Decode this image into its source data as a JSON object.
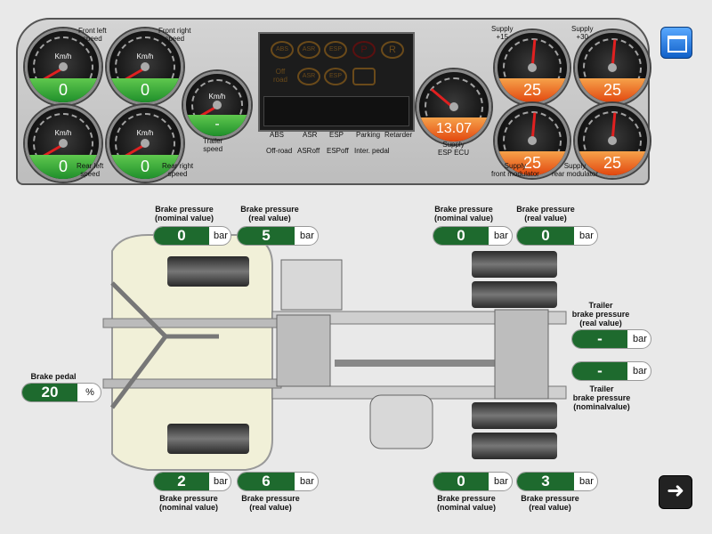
{
  "gauges": {
    "front_left": {
      "label": "Front left\nspeed",
      "unit": "Km/h",
      "value": "0"
    },
    "front_right": {
      "label": "Front right\nspeed",
      "unit": "Km/h",
      "value": "0"
    },
    "rear_left": {
      "label": "Rear left\nspeed",
      "unit": "Km/h",
      "value": "0"
    },
    "rear_right": {
      "label": "Rear right\nspeed",
      "unit": "Km/h",
      "value": "0"
    },
    "trailer": {
      "label": "Trailer\nspeed",
      "unit": "Km/h",
      "value": "-"
    },
    "esp_ecu": {
      "label": "Supply\nESP ECU",
      "value": "13.07"
    },
    "supply15": {
      "label": "Supply\n+15",
      "value": "25"
    },
    "supply30": {
      "label": "Supply\n+30",
      "value": "25"
    },
    "front_mod": {
      "label": "Supply\nfront modulator",
      "value": "25"
    },
    "rear_mod": {
      "label": "Supply\nrear modulator",
      "value": "25"
    }
  },
  "warning_icons": [
    "ABS",
    "ASR",
    "ESP",
    "P",
    "R",
    "Off road",
    "ASR",
    "ESP"
  ],
  "warning_labels": {
    "row1": [
      "ABS",
      "ASR",
      "ESP",
      "Parking",
      "Retarder"
    ],
    "row2": [
      "Off-road",
      "ASRoff",
      "ESPoff",
      "Inter. pedal"
    ]
  },
  "brake": {
    "front_left_nominal": {
      "label": "Brake pressure\n(nominal value)",
      "value": "0",
      "unit": "bar"
    },
    "front_left_real": {
      "label": "Brake pressure\n(real value)",
      "value": "5",
      "unit": "bar"
    },
    "front_right_nominal": {
      "label": "Brake pressure\n(nominal value)",
      "value": "0",
      "unit": "bar"
    },
    "front_right_real": {
      "label": "Brake pressure\n(real value)",
      "value": "0",
      "unit": "bar"
    },
    "rear_left_nominal": {
      "label": "Brake pressure\n(nominal value)",
      "value": "2",
      "unit": "bar"
    },
    "rear_left_real": {
      "label": "Brake pressure\n(real value)",
      "value": "6",
      "unit": "bar"
    },
    "rear_right_nominal": {
      "label": "Brake pressure\n(nominal value)",
      "value": "0",
      "unit": "bar"
    },
    "rear_right_real": {
      "label": "Brake pressure\n(real value)",
      "value": "3",
      "unit": "bar"
    },
    "trailer_real": {
      "label": "Trailer\nbrake pressure\n(real value)",
      "value": "-",
      "unit": "bar"
    },
    "trailer_nominal": {
      "label": "Trailer\nbrake pressure\n(nominalvalue)",
      "value": "-",
      "unit": "bar"
    },
    "pedal": {
      "label": "Brake pedal",
      "value": "20",
      "unit": "%"
    }
  },
  "icons": {
    "screen_button": "monitor-icon",
    "next_button": "arrow-right-icon"
  },
  "colors": {
    "readout_green": "#1e6a2e",
    "gauge_green": "#3fae3a",
    "gauge_orange": "#ef6a1c",
    "screen_blue": "#1e78e0"
  }
}
